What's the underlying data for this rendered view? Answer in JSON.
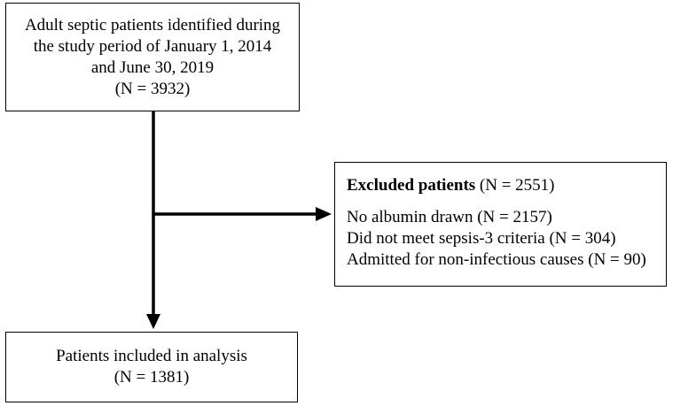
{
  "top_box": {
    "lines": [
      "Adult septic patients identified during",
      "the study period of January 1, 2014",
      "and June 30, 2019",
      "(N = 3932)"
    ]
  },
  "excluded_box": {
    "heading_bold": "Excluded patients",
    "heading_count": " (N = 2551)",
    "reasons": [
      "No albumin drawn (N = 2157)",
      "Did not meet sepsis-3 criteria (N = 304)",
      "Admitted for non-infectious causes (N = 90)"
    ]
  },
  "bottom_box": {
    "lines": [
      "Patients included in analysis",
      "(N = 1381)"
    ]
  },
  "colors": {
    "stroke": "#000000",
    "background": "#ffffff"
  }
}
